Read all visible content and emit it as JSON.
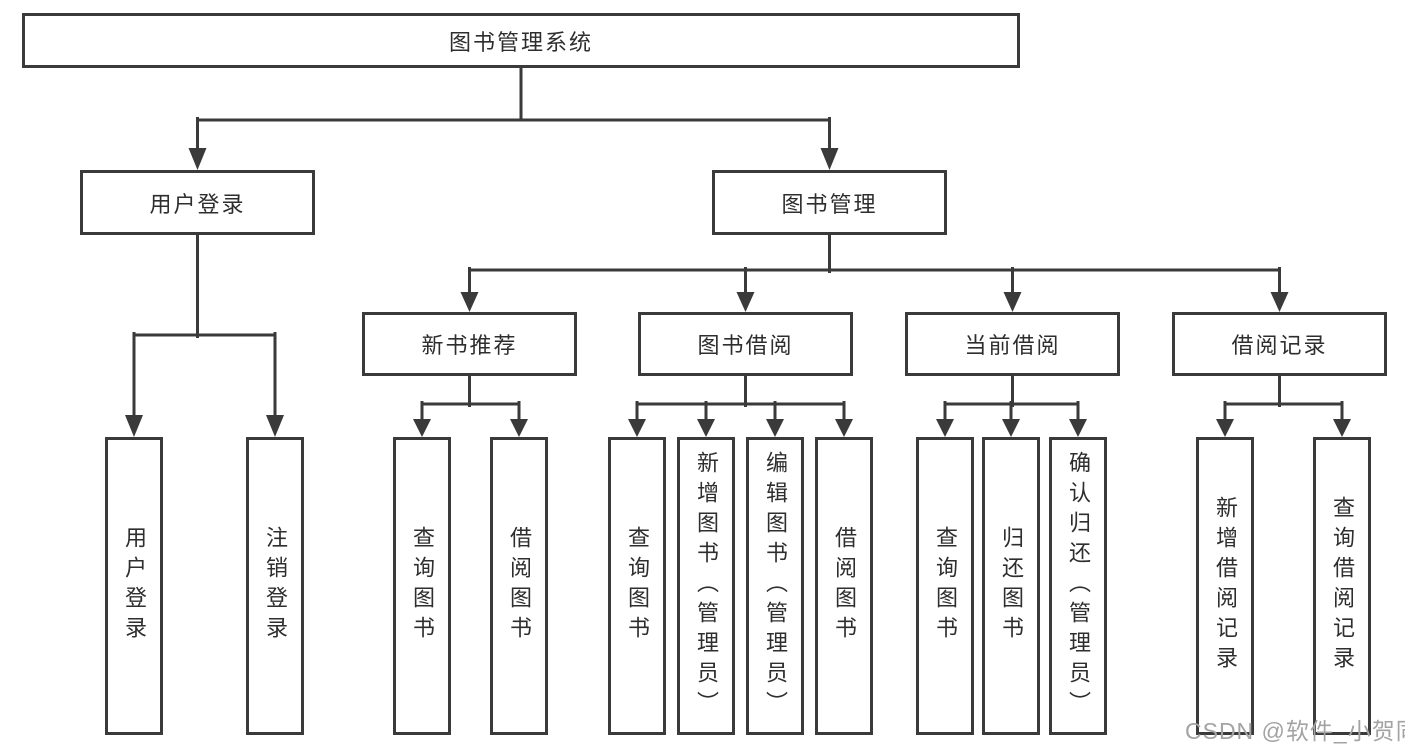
{
  "diagram": {
    "root": "图书管理系统",
    "user_login": {
      "label": "用户登录",
      "children": {
        "login": "用户登录",
        "logout": "注销登录"
      }
    },
    "book_management": {
      "label": "图书管理",
      "children": {
        "new_book_recommend": {
          "label": "新书推荐",
          "children": {
            "query_books": "查询图书",
            "borrow_books": "借阅图书"
          }
        },
        "book_borrow": {
          "label": "图书借阅",
          "children": {
            "query_books": "查询图书",
            "add_books_admin": "新增图书（管理员）",
            "edit_books_admin": "编辑图书（管理员）",
            "borrow_books": "借阅图书"
          }
        },
        "current_borrow": {
          "label": "当前借阅",
          "children": {
            "query_books": "查询图书",
            "return_books": "归还图书",
            "confirm_return_admin": "确认归还（管理员）"
          }
        },
        "borrow_records": {
          "label": "借阅记录",
          "children": {
            "add_borrow_record": "新增借阅记录",
            "query_borrow_record": "查询借阅记录"
          }
        }
      }
    }
  },
  "watermark": "CSDN @软件_小贺同学",
  "colors": {
    "line": "#3a3a3a",
    "text": "#2e2e2e",
    "background": "#ffffff",
    "watermark": "#a3a3a3"
  }
}
